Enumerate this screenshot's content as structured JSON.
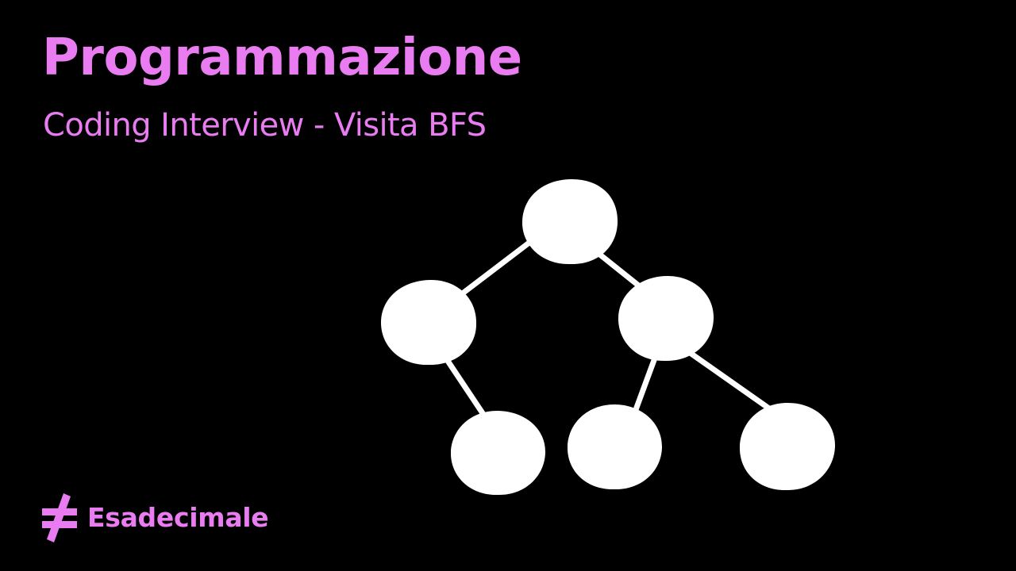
{
  "colors": {
    "background": "#000000",
    "accent": "#ea7cf1",
    "node": "#ffffff"
  },
  "header": {
    "title": "Programmazione",
    "subtitle": "Coding Interview - Visita BFS"
  },
  "illustration": {
    "type": "binary-tree",
    "nodes": 6,
    "edges": 5
  },
  "brand": {
    "logo_icon": "not-equal-icon",
    "name": "Esadecimale"
  }
}
